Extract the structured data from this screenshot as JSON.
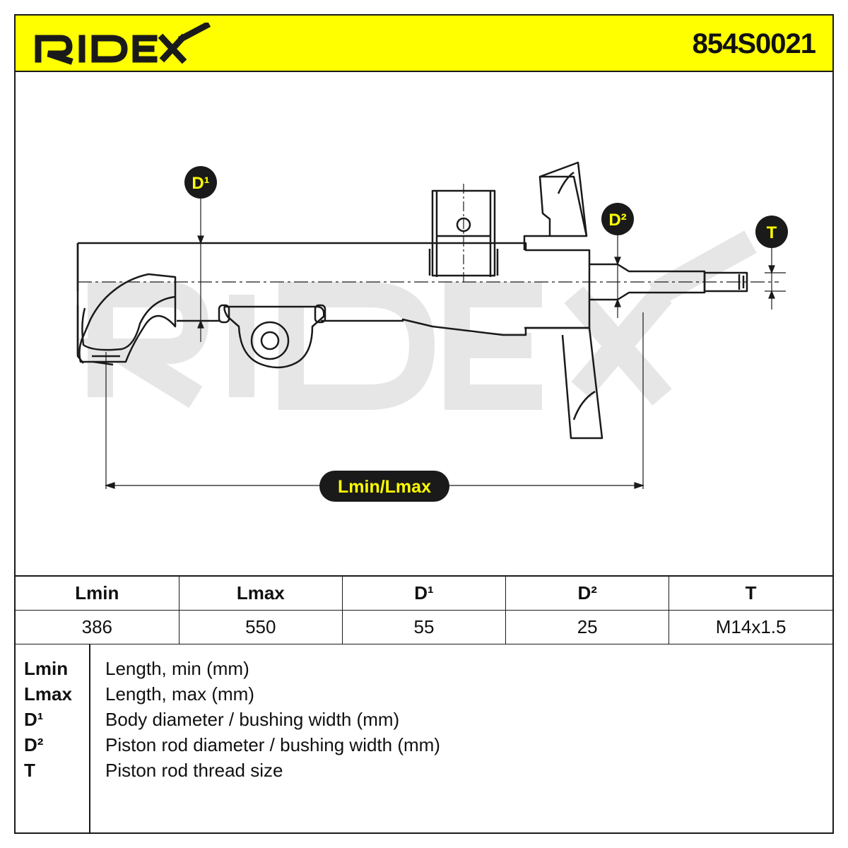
{
  "brand": {
    "name": "RIDEX"
  },
  "part_number": "854S0021",
  "diagram": {
    "labels": {
      "d1": "D¹",
      "d2": "D²",
      "t": "T",
      "length": "Lmin/Lmax"
    },
    "colors": {
      "badge": "#1a1a1a",
      "badge_text": "#ffff00",
      "accent": "#ffff00",
      "watermark": "#e6e6e6"
    }
  },
  "spec_table": {
    "headers": [
      "Lmin",
      "Lmax",
      "D¹",
      "D²",
      "T"
    ],
    "values": [
      "386",
      "550",
      "55",
      "25",
      "M14x1.5"
    ]
  },
  "legend": [
    {
      "key": "Lmin",
      "desc": "Length, min (mm)"
    },
    {
      "key": "Lmax",
      "desc": "Length, max (mm)"
    },
    {
      "key": "D¹",
      "desc": "Body diameter / bushing width (mm)"
    },
    {
      "key": "D²",
      "desc": "Piston rod diameter / bushing width (mm)"
    },
    {
      "key": "T",
      "desc": "Piston rod thread size"
    }
  ]
}
